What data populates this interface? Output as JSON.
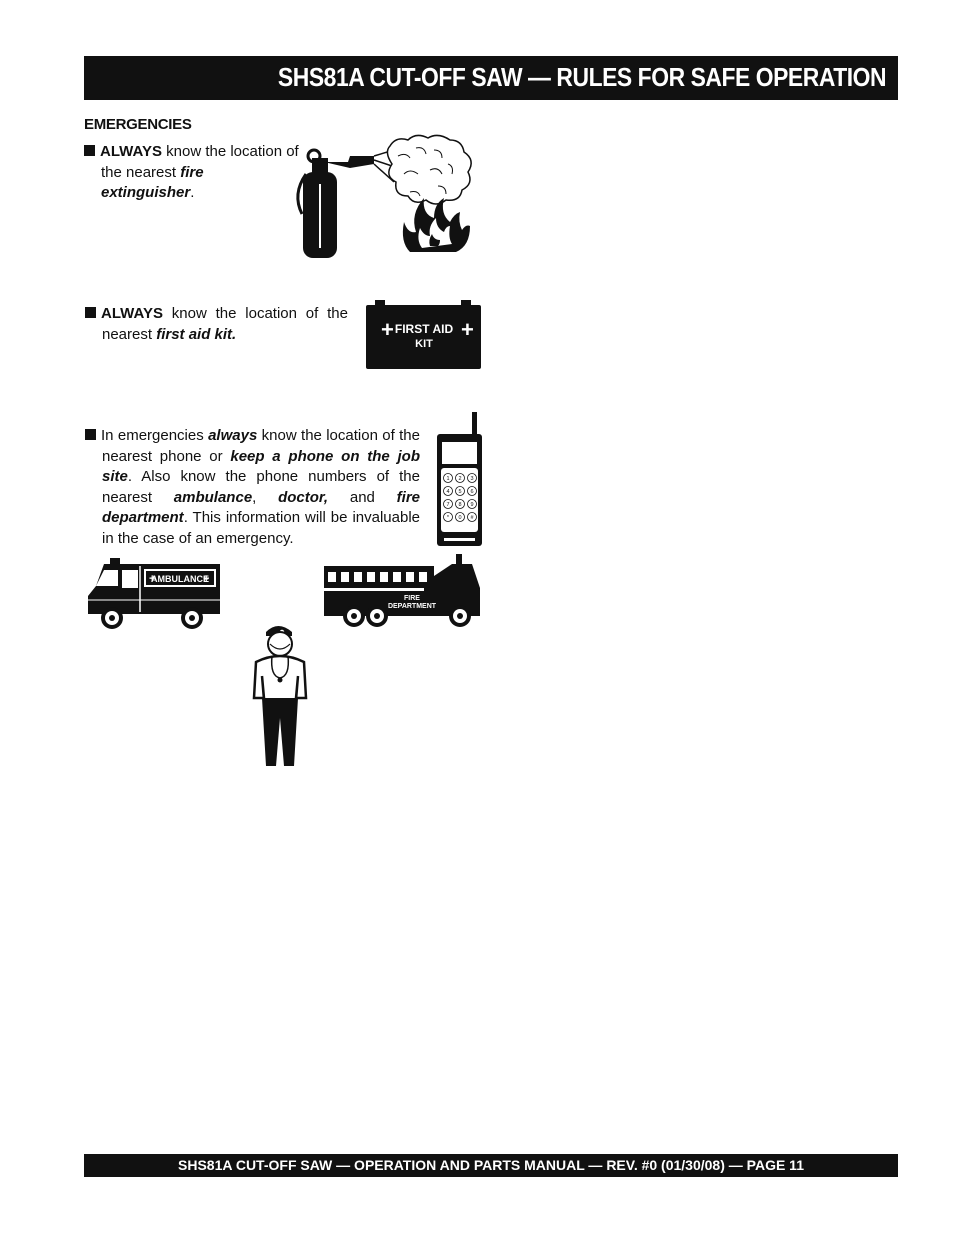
{
  "header": {
    "title": "SHS81A CUT-OFF SAW — RULES FOR SAFE OPERATION"
  },
  "section": {
    "heading": "EMERGENCIES"
  },
  "items": [
    {
      "lead": "ALWAYS",
      "text1": " know the location of the nearest ",
      "emph1": "fire extinguisher",
      "text2": "."
    },
    {
      "lead": "ALWAYS",
      "text1": " know the location of the nearest ",
      "emph1": "first aid kit."
    },
    {
      "text1": "In emergencies ",
      "emph1": "always",
      "text2": " know the location of the nearest phone or ",
      "emph2": "keep a phone on the job site",
      "text3": ". Also know the phone numbers of the nearest ",
      "emph3": "ambulance",
      "text4": ", ",
      "emph4": "doctor,",
      "text5": " and ",
      "emph5": "fire department",
      "text6": ". This information will be invaluable in the case of an emergency."
    }
  ],
  "illustrations": {
    "first_aid_kit": {
      "line1": "FIRST AID",
      "line2": "KIT",
      "plus": "+"
    },
    "ambulance": {
      "label": "AMBULANCE",
      "plus": "+"
    },
    "fire_truck": {
      "line1": "FIRE",
      "line2": "DEPARTMENT"
    },
    "phone_keys": [
      "1",
      "2",
      "3",
      "4",
      "5",
      "6",
      "7",
      "8",
      "9",
      "*",
      "0",
      "#"
    ]
  },
  "footer": {
    "text": "SHS81A CUT-OFF SAW — OPERATION AND PARTS MANUAL — REV. #0 (01/30/08) — PAGE 11"
  }
}
